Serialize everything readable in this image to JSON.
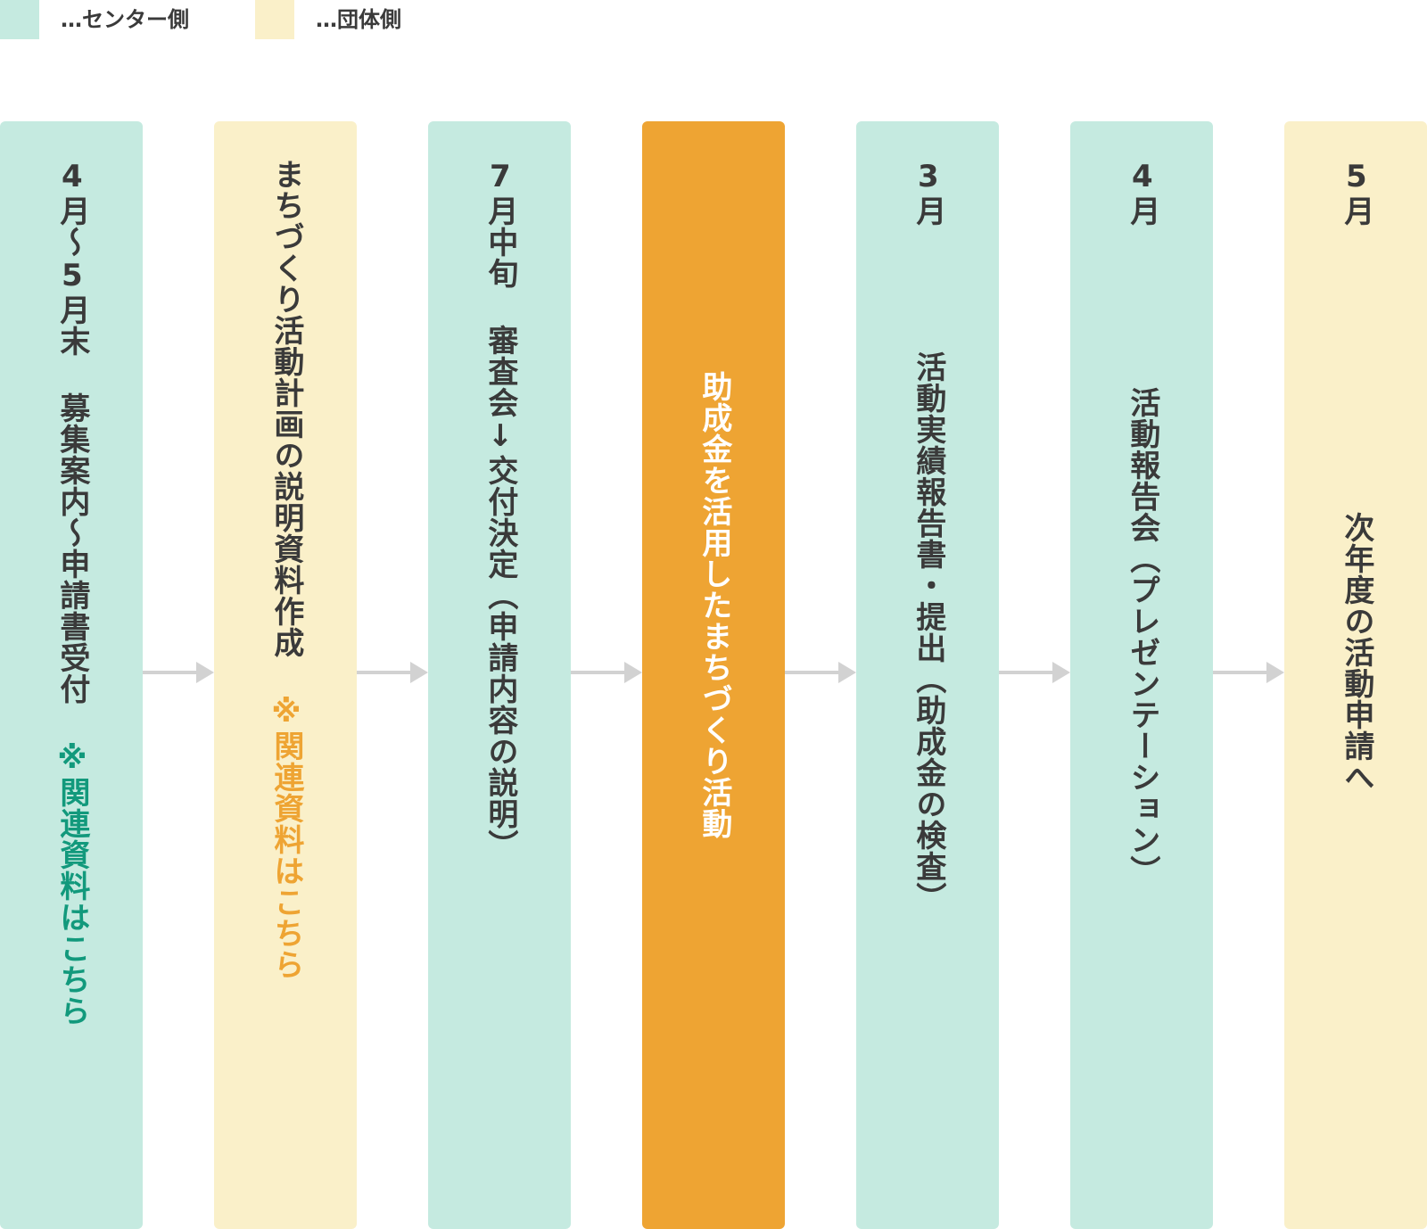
{
  "colors": {
    "center": "#c5eae0",
    "group": "#faf0c9",
    "highlight": "#eea433",
    "note_center": "#12997c",
    "note_group": "#eea433",
    "arrow": "#d2d2d2"
  },
  "legend": {
    "center_label": "…センター側",
    "group_label": "…団体側"
  },
  "steps": [
    {
      "side": "center",
      "period": "4月〜5月末",
      "label": "募集案内〜申請書受付",
      "note": "※関連資料はこちら"
    },
    {
      "side": "group",
      "period": "",
      "label": "まちづくり活動計画の説明資料作成",
      "note": "※関連資料はこちら"
    },
    {
      "side": "center",
      "period": "7月中旬",
      "label": "審査会↓交付決定（申請内容の説明）",
      "note": ""
    },
    {
      "side": "highlight",
      "period": "",
      "label": "助成金を活用したまちづくり活動",
      "note": ""
    },
    {
      "side": "center",
      "period": "3月",
      "label": "活動実績報告書・提出（助成金の検査）",
      "note": ""
    },
    {
      "side": "center",
      "period": "4月",
      "label": "活動報告会（プレゼンテーション）",
      "note": ""
    },
    {
      "side": "group",
      "period": "5月",
      "label": "次年度の活動申請へ",
      "note": ""
    }
  ]
}
